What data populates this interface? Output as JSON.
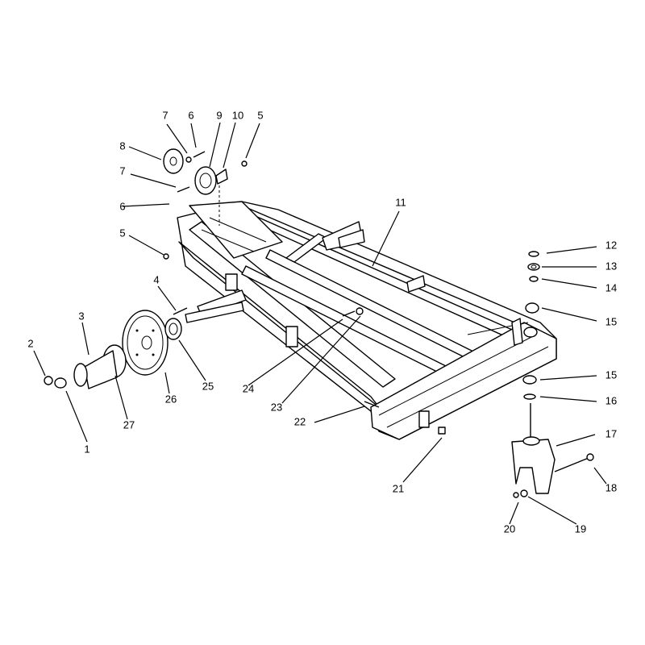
{
  "callouts": [
    {
      "id": "c1",
      "text": "1"
    },
    {
      "id": "c2",
      "text": "2"
    },
    {
      "id": "c3",
      "text": "3"
    },
    {
      "id": "c4",
      "text": "4"
    },
    {
      "id": "c5a",
      "text": "5"
    },
    {
      "id": "c5b",
      "text": "5"
    },
    {
      "id": "c6a",
      "text": "6"
    },
    {
      "id": "c6b",
      "text": "6"
    },
    {
      "id": "c7a",
      "text": "7"
    },
    {
      "id": "c7b",
      "text": "7"
    },
    {
      "id": "c8",
      "text": "8"
    },
    {
      "id": "c9",
      "text": "9"
    },
    {
      "id": "c10",
      "text": "10"
    },
    {
      "id": "c11",
      "text": "11"
    },
    {
      "id": "c12",
      "text": "12"
    },
    {
      "id": "c13",
      "text": "13"
    },
    {
      "id": "c14",
      "text": "14"
    },
    {
      "id": "c15a",
      "text": "15"
    },
    {
      "id": "c15b",
      "text": "15"
    },
    {
      "id": "c16",
      "text": "16"
    },
    {
      "id": "c17",
      "text": "17"
    },
    {
      "id": "c18",
      "text": "18"
    },
    {
      "id": "c19",
      "text": "19"
    },
    {
      "id": "c20",
      "text": "20"
    },
    {
      "id": "c21",
      "text": "21"
    },
    {
      "id": "c22",
      "text": "22"
    },
    {
      "id": "c23",
      "text": "23"
    },
    {
      "id": "c24",
      "text": "24"
    },
    {
      "id": "c25",
      "text": "25"
    },
    {
      "id": "c26",
      "text": "26"
    },
    {
      "id": "c27",
      "text": "27"
    }
  ]
}
